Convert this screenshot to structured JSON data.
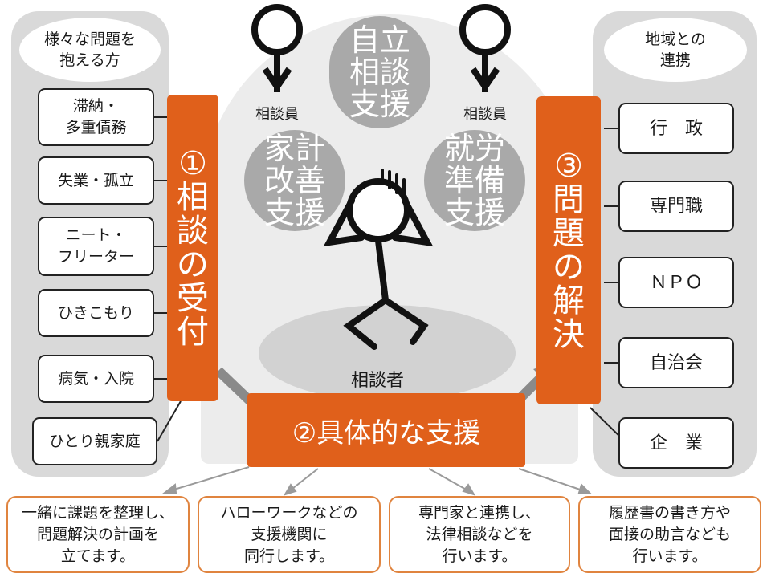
{
  "left_panel": {
    "header": "様々な問題を\n抱える方",
    "items": [
      "滞納・\n多重債務",
      "失業・孤立",
      "ニート・\nフリーター",
      "ひきこもり",
      "病気・入院",
      "ひとり親家庭"
    ]
  },
  "right_panel": {
    "header": "地域との\n連携",
    "items": [
      "行　政",
      "専門職",
      "ＮＰＯ",
      "自治会",
      "企　業"
    ]
  },
  "left_bar": {
    "chars": [
      "①",
      "相",
      "談",
      "の",
      "受",
      "付"
    ]
  },
  "right_bar": {
    "chars": [
      "③",
      "問",
      "題",
      "の",
      "解",
      "決"
    ]
  },
  "center": {
    "top_circle": "自立\n相談\n支援",
    "left_circle": "家計\n改善\n支援",
    "right_circle": "就労\n準備\n支援",
    "counselor_left": "相談員",
    "counselor_right": "相談員",
    "client": "相談者"
  },
  "support_box": "②具体的な支援",
  "bottom_boxes": [
    "一緒に課題を整理し、\n問題解決の計画を\n立てます。",
    "ハローワークなどの\n支援機関に\n同行します。",
    "専門家と連携し、\n法律相談などを\n行います。",
    "履歴書の書き方や\n面接の助言なども\n行います。"
  ],
  "colors": {
    "orange": "#e0601b",
    "panel_gray": "#d9d9d9",
    "circle_gray": "#a9a9a9",
    "box_border": "#e0843f"
  }
}
